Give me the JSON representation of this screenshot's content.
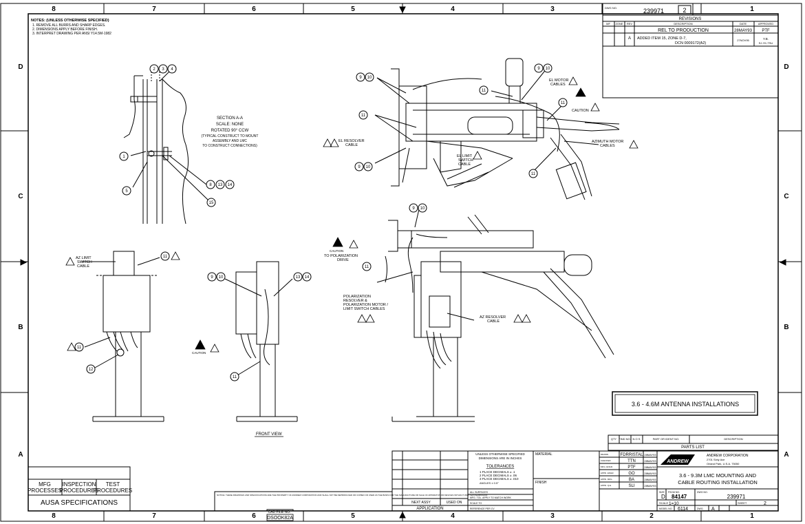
{
  "sheet": {
    "zone_cols": [
      "8",
      "7",
      "6",
      "5",
      "4",
      "3",
      "2",
      "1"
    ],
    "zone_rows": [
      "D",
      "C",
      "B",
      "A"
    ]
  },
  "notes": {
    "title": "NOTES: (UNLESS OTHERWISE SPECIFIED)",
    "items": [
      "1. REMOVE ALL BURRS AND SHARP EDGES.",
      "2. DIMENSIONS APPLY BEFORE FINISH.",
      "3. INTERPRET DRAWING PER ANSI Y14.5M-1982"
    ]
  },
  "title_block_top": {
    "dwg_no_label": "DWG NO.",
    "dwg_no": "239971",
    "rev": "2"
  },
  "revisions": {
    "title": "REVISIONS",
    "headers": [
      "MF",
      "ZONE",
      "REV",
      "DESCRIPTION",
      "DATE",
      "APPROVED"
    ],
    "rows": [
      {
        "mf": "",
        "zone": "",
        "rev": "",
        "desc": "REL TO PRODUCTION",
        "date": "28MAY93",
        "approved": "PTF"
      },
      {
        "mf": "",
        "zone": "",
        "rev": "A",
        "desc": "ADDED ITEM 15, ZONE D-7,",
        "desc2": "DCN 0009172(A2)",
        "date": "27NOV95",
        "approved": "Y.B.",
        "approved2": "SJ-YK-TSU"
      }
    ]
  },
  "section_view": {
    "title": "SECTION A-A",
    "scale": "SCALE: NONE",
    "rotated": "ROTATED 90° CCW",
    "note1": "(TYPICAL CONSTRUCT TO MOUNT",
    "note2": "ASSEMBLY AND LMC",
    "note3": "TO CONSTRUCT CONNECTIONS)",
    "bubbles": [
      "2",
      "3",
      "4",
      "1",
      "5",
      "8",
      "13",
      "14",
      "15"
    ]
  },
  "callouts": {
    "el_motor_cables": "EL MOTOR\nCABLES",
    "caution": "CAUTION",
    "el_resolver_cable": "EL RESOLVER\nCABLE",
    "el_limit_switch": "EL LIMIT\nSWITCH\nCABLE",
    "azimuth_motor_cables": "AZIMUTH MOTOR\nCABLES",
    "az_limit_switch": "AZ LIMIT\nSWITCH\nCABLE",
    "to_polarization_drive": "TO POLARIZATION\nDRIVE",
    "polarization_cables": "POLARIZATION\nRESOLVER &\nPOLARIZATION MOTOR /\nLIMIT SWITCH CABLES",
    "az_resolver_cable": "AZ RESOLVER\nCABLE",
    "front_view": "FRONT VIEW",
    "triangle_num_1": "1",
    "triangle_num_2": "2",
    "triangle_num_3": "3",
    "item_9": "9",
    "item_10": "10",
    "item_11": "11",
    "item_12": "12",
    "item_13": "13",
    "item_14": "14"
  },
  "antenna_box": {
    "label": "3.6 - 4.6M ANTENNA INSTALLATIONS"
  },
  "parts_list": {
    "title": "PARTS LIST",
    "headers": [
      "QTY",
      "FIND NO.",
      "N O S",
      "PART OR IDENT NO.",
      "DESCRIPTION"
    ]
  },
  "left_block": {
    "headers": [
      "MFG\nPROCESSES",
      "INSPECTION\nPROCEDURES",
      "TEST\nPROCEDURES"
    ],
    "spec": "AUSA SPECIFICATIONS"
  },
  "bottom_note": {
    "text": "NOTICE: THESE DRAWINGS AND SPECIFICATIONS ARE THE PROPERTY OF ANDREW CORPORATION AND SHALL NOT BE REPRODUCED OR COPIED OR USED AS THE BASIS FOR THE MANUFACTURE OR SALE OF APPARATUS OR DEVICES WITHOUT WRITTEN PERMISSION",
    "cad_label": "CAD FILE NO.",
    "cad_no": "DSOOK82A"
  },
  "application": {
    "next_assy": "NEXT ASSY",
    "used_on": "USED ON",
    "label": "APPLICATION"
  },
  "tolerances": {
    "line1": "UNLESS OTHERWISE SPECIFIED",
    "line2": "DIMENSIONS ARE IN INCHES",
    "title": "TOLERANCES",
    "t1": "1 PLACE DECIMALS ± .1",
    "t2": "2 PLACE DECIMALS ± .06",
    "t3": "3 PLACE DECIMALS ± .010",
    "angles": "ANGLES ± 0.5°",
    "all_surfaces": "ALL SURFACES",
    "apply": "MFG. TOL. APPLY TO MATCH WORK",
    "scale_to": "SCALE TO",
    "ref": "REFERENCE PER CV"
  },
  "material": {
    "label": "MATERIAL",
    "finish": "FINISH"
  },
  "signoff": {
    "rows": [
      {
        "role": "DRAWN",
        "name": "FDRRISTAL",
        "date": "28MAY93"
      },
      {
        "role": "CHECKED",
        "name": "TTN",
        "date": "28MAY93"
      },
      {
        "role": "MFG. ENGR.",
        "name": "PTF",
        "date": "28MAY93"
      },
      {
        "role": "APPD. ENGR.",
        "name": "GO",
        "date": "28MAY93"
      },
      {
        "role": "APPD. MFG.",
        "name": "BA",
        "date": "28MAY93"
      },
      {
        "role": "APPD. Q.E.",
        "name": "SLI",
        "date": "28MAY93"
      }
    ]
  },
  "company": {
    "logo": "ANDREW",
    "name": "ANDREW CORPORATION",
    "addr1": "2701 Sixty Ave",
    "addr2": "Orland Park, U.S.A. 75050"
  },
  "title_block": {
    "title1": "3.6 - 9.3M LMC MOUNTING AND",
    "title2": "CABLE ROUTING INSTALLATION",
    "size_label": "SIZE",
    "size": "D",
    "fscm_label": "FSCM NO.",
    "fscm": "84147",
    "dwg_label": "DWG NO.",
    "dwg": "239971",
    "scale_label": "SCALE",
    "scale": "1=10",
    "sheet_label": "SHEET",
    "sheet": "2",
    "model_label": "MODEL NO.",
    "model": "6114",
    "rev_label": "DWG.",
    "rev": "A"
  }
}
